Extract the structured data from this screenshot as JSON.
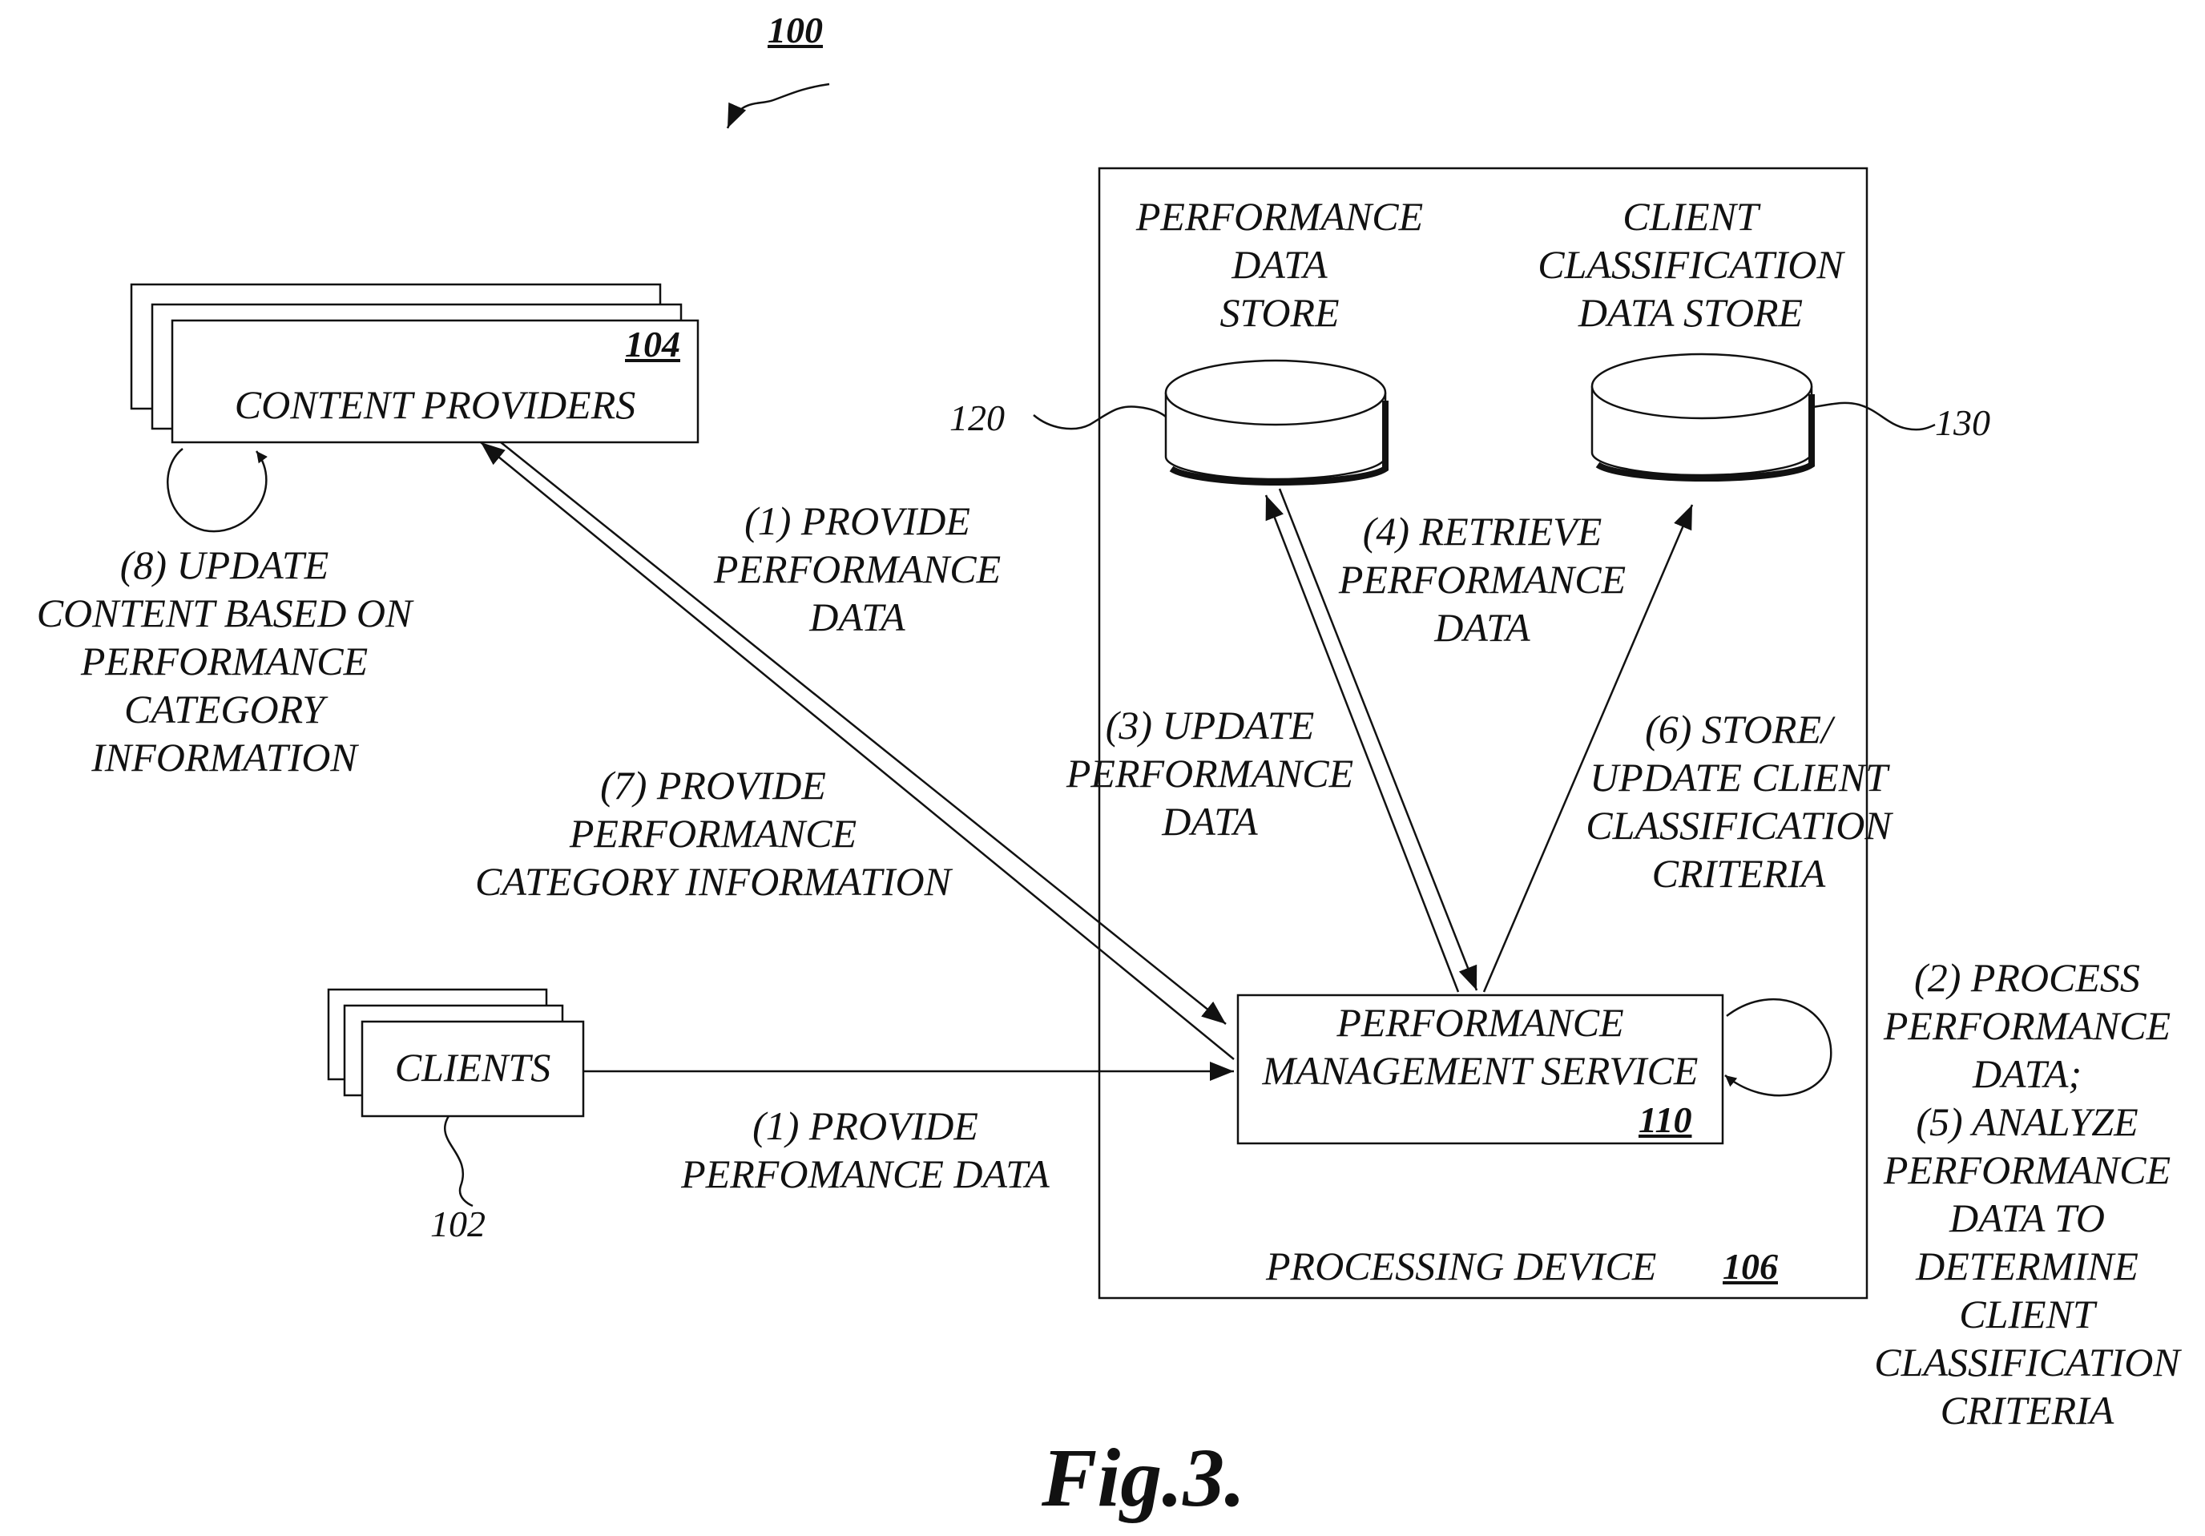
{
  "figure": {
    "ref": "100",
    "caption": "Fig.3."
  },
  "content_providers": {
    "label": "CONTENT PROVIDERS",
    "ref": "104",
    "loop_label": "(8) UPDATE\nCONTENT BASED ON\nPERFORMANCE\nCATEGORY\nINFORMATION"
  },
  "clients": {
    "label": "CLIENTS",
    "ref": "102"
  },
  "processing_device": {
    "label": "PROCESSING DEVICE",
    "ref": "106"
  },
  "performance_data_store": {
    "label": "PERFORMANCE\nDATA\nSTORE",
    "ref": "120"
  },
  "client_classification_store": {
    "label": "CLIENT\nCLASSIFICATION\nDATA STORE",
    "ref": "130"
  },
  "performance_management_service": {
    "label": "PERFORMANCE\nMANAGEMENT SERVICE",
    "ref": "110",
    "loop_label": "(2) PROCESS\nPERFORMANCE\nDATA;\n(5) ANALYZE\nPERFORMANCE\nDATA TO\nDETERMINE\nCLIENT\nCLASSIFICATION\nCRITERIA"
  },
  "edges": {
    "provider_provide": "(1) PROVIDE\nPERFORMANCE\nDATA",
    "provide_category": "(7) PROVIDE\nPERFORMANCE\nCATEGORY INFORMATION",
    "client_provide": "(1) PROVIDE\nPERFOMANCE DATA",
    "update_performance": "(3) UPDATE\nPERFORMANCE\nDATA",
    "retrieve_performance": "(4) RETRIEVE\nPERFORMANCE\nDATA",
    "store_update_criteria": "(6) STORE/\nUPDATE CLIENT\nCLASSIFICATION\nCRITERIA"
  }
}
